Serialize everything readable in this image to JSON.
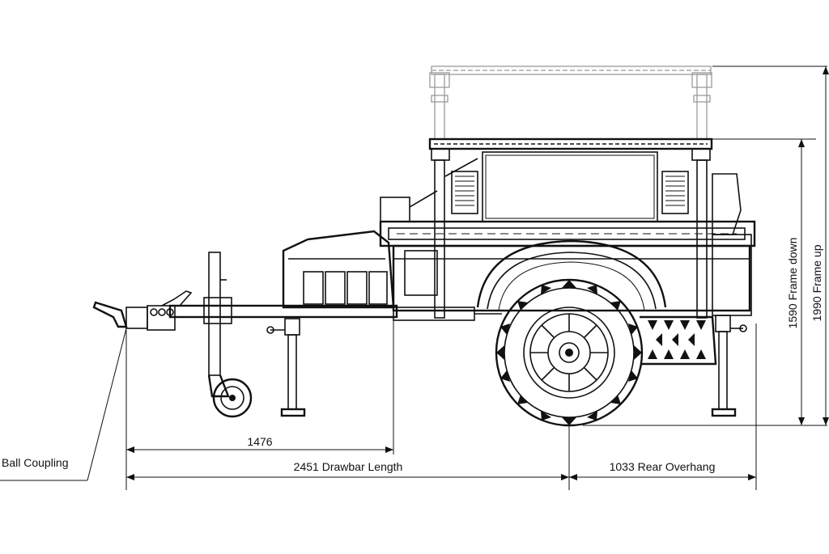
{
  "labels": {
    "ball_coupling": "Ball Coupling",
    "dim_1476": "1476",
    "drawbar_length": "2451 Drawbar Length",
    "rear_overhang": "1033 Rear Overhang",
    "frame_down": "1590 Frame down",
    "frame_up": "1990 Frame up"
  },
  "colors": {
    "line": "#111111",
    "frame_up_outline": "#9a9a9a",
    "background": "#ffffff"
  }
}
